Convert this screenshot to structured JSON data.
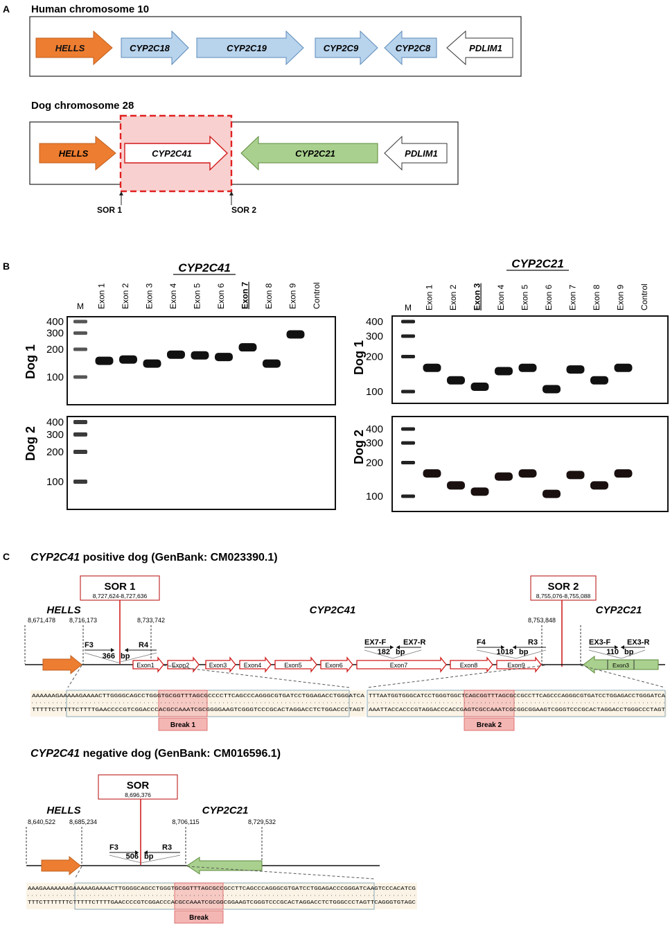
{
  "panel_a": {
    "label": "A",
    "human": {
      "title": "Human chromosome 10",
      "genes": [
        "HELLS",
        "CYP2C18",
        "CYP2C19",
        "CYP2C9",
        "CYP2C8",
        "PDLIM1"
      ]
    },
    "dog": {
      "title": "Dog chromosome 28",
      "genes": [
        "HELLS",
        "CYP2C41",
        "CYP2C21",
        "PDLIM1"
      ],
      "sor1": "SOR 1",
      "sor2": "SOR 2"
    },
    "colors": {
      "hells": "#ed7d31",
      "human_cyp": "#b8d3ec",
      "cyp2c21": "#a9d08e",
      "highlight": "#f8d0cf",
      "dash": "#e02020"
    }
  },
  "panel_b": {
    "label": "B",
    "cyp2c41": {
      "title": "CYP2C41",
      "lanes": [
        "M",
        "Exon 1",
        "Exon 2",
        "Exon 3",
        "Exon 4",
        "Exon 5",
        "Exon 6",
        "Exon 7",
        "Exon 8",
        "Exon 9",
        "Control"
      ],
      "underlined_lane": "Exon 7",
      "dog1": {
        "label": "Dog 1",
        "ladder": [
          "400",
          "300",
          "200",
          "100"
        ],
        "band_sizes_bp": [
          150,
          155,
          140,
          175,
          172,
          165,
          210,
          140,
          290,
          null
        ]
      },
      "dog2": {
        "label": "Dog 2",
        "ladder": [
          "400",
          "300",
          "200",
          "100"
        ],
        "band_sizes_bp": [
          null,
          null,
          null,
          null,
          null,
          null,
          null,
          null,
          null,
          null
        ]
      }
    },
    "cyp2c21": {
      "title": "CYP2C21",
      "lanes": [
        "M",
        "Exon 1",
        "Exon 2",
        "Exon 3",
        "Exon 4",
        "Exon 5",
        "Exon 6",
        "Exon 7",
        "Exon 8",
        "Exon 9",
        "Control"
      ],
      "underlined_lane": "Exon 3",
      "dog1": {
        "label": "Dog 1",
        "ladder": [
          "400",
          "300",
          "200",
          "100"
        ],
        "band_sizes_bp": [
          160,
          125,
          110,
          150,
          160,
          105,
          155,
          125,
          160,
          null
        ]
      },
      "dog2": {
        "label": "Dog 2",
        "ladder": [
          "400",
          "300",
          "200",
          "100"
        ],
        "band_sizes_bp": [
          160,
          125,
          110,
          150,
          160,
          105,
          155,
          125,
          160,
          null
        ]
      }
    }
  },
  "panel_c": {
    "label": "C",
    "positive": {
      "title_gene": "CYP2C41",
      "title_rest": " positive dog (GenBank: CM023390.1)",
      "sor1": {
        "name": "SOR 1",
        "range": "8,727,624-8,727,636"
      },
      "sor2": {
        "name": "SOR 2",
        "range": "8,755,076-8,755,088"
      },
      "genes": {
        "hells": "HELLS",
        "cyp2c41": "CYP2C41",
        "cyp2c21": "CYP2C21"
      },
      "coords": [
        "8,671,478",
        "8,716,173",
        "8,733,742",
        "8,753,848"
      ],
      "primers": [
        {
          "f": "F3",
          "r": "R4",
          "size": "366",
          "unit": "bp"
        },
        {
          "f": "EX7-F",
          "r": "EX7-R",
          "size": "182",
          "unit": "bp"
        },
        {
          "f": "F4",
          "r": "R3",
          "size": "1018",
          "unit": "bp"
        },
        {
          "f": "EX3-F",
          "r": "EX3-R",
          "size": "110",
          "unit": "bp"
        }
      ],
      "exons": [
        "Exon1",
        "Exon2",
        "Exon3",
        "Exon4",
        "Exon5",
        "Exon6",
        "Exon7",
        "Exon8",
        "Exon9"
      ],
      "exon_21": "Exon3",
      "seq1_top": "AAAAAAGAAAAAGAAAACTTGGGGCAGCCTGGGTGCGGTTTAGCGCCCCTTCAGCCCAGGGCGTGATCCTGGAGACCTGGGATCA",
      "seq1_bot": "TTTTTCTTTTTCTTTTGAACCCCGTCGGACCCACGCCAAATCGCGGGGAAGTCGGGTCCCGCACTAGGACCTCTGGACCCTAGT",
      "seq2_top": "TTTAATGGTGGGCATCCTGGGTGGCTCAGCGGTTTAGCGCCGCCTTCAGCCCAGGGCGTGATCCTGGAGACCTGGGATCA",
      "seq2_bot": "AAATTACCACCCGTAGGACCCACCGAGTCGCCAAATCGCGGCGGAAGTCGGGTCCCGCACTAGGACCTGGGCCCTAGT",
      "break1": "Break 1",
      "break2": "Break 2"
    },
    "negative": {
      "title_gene": "CYP2C41",
      "title_rest": " negative dog (GenBank: CM016596.1)",
      "sor": {
        "name": "SOR",
        "range": "8,696,376"
      },
      "genes": {
        "hells": "HELLS",
        "cyp2c21": "CYP2C21"
      },
      "coords": [
        "8,640,522",
        "8,685,234",
        "8,706,115",
        "8,729,532"
      ],
      "primer": {
        "f": "F3",
        "r": "R3",
        "size": "506",
        "unit": "bp"
      },
      "seq_top": "AAAGAAAAAAAGAAAAAGAAAACTTGGGGCAGCCTGGGTGCGGTTTAGCGCCGCCTTCAGCCCAGGGCGTGATCCTGGAGACCCGGGATCAAGTCCCACATCG",
      "seq_bot": "TTTCTTTTTTTCTTTTTCTTTTGAACCCCGTCGGACCCACGCCAAATCGCGGCGGAAGTCGGGTCCCGCACTAGGACCTCTGGGCCCTAGTTCAGGGTGTAGC",
      "break": "Break"
    }
  }
}
